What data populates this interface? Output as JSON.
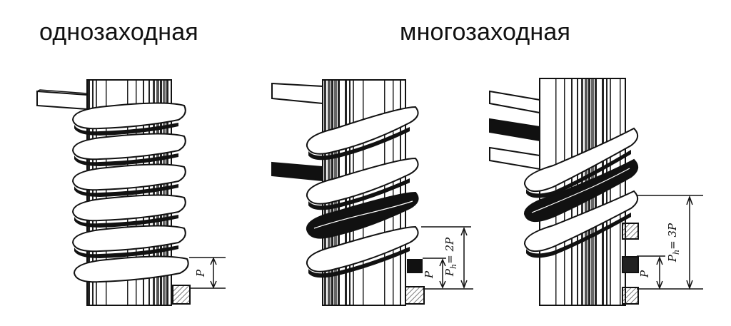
{
  "titles": {
    "single_start": "однозаходная",
    "multi_start": "многозаходная"
  },
  "figures": [
    {
      "id": "single",
      "starts": 1,
      "dimension_labels": [
        "P"
      ]
    },
    {
      "id": "double",
      "starts": 2,
      "dimension_labels": [
        "P",
        "Ph = 2P"
      ],
      "pitch_label": "P",
      "lead_label": "Ph = 2P"
    },
    {
      "id": "triple",
      "starts": 3,
      "dimension_labels": [
        "P",
        "Ph = 3P"
      ],
      "pitch_label": "P",
      "lead_label": "Ph = 3P"
    }
  ],
  "labels": {
    "p": "P",
    "ph_sub": "h",
    "eq2": "= 2P",
    "eq3": "= 3P"
  },
  "colors": {
    "ink": "#111111",
    "paper": "#ffffff",
    "dark_strip": "#141414"
  }
}
